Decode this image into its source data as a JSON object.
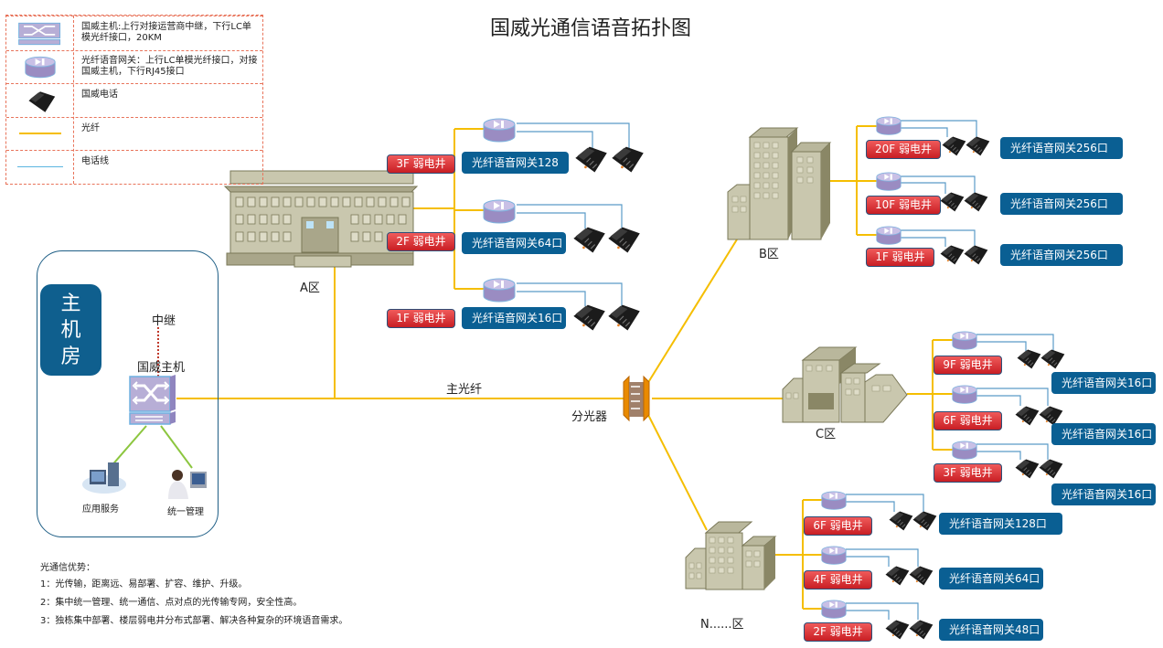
{
  "title": "国威光通信语音拓扑图",
  "legend": [
    {
      "icon": "pbx-host-icon",
      "text": "国威主机:上行对接运营商中继，下行LC单模光纤接口，20KM"
    },
    {
      "icon": "fiber-gateway-icon",
      "text": "光纤语音网关：上行LC单模光纤接口，对接国威主机，下行RJ45接口"
    },
    {
      "icon": "telephone-icon",
      "text": "国威电话"
    },
    {
      "icon": "fiber-line-icon",
      "text": "光纤"
    },
    {
      "icon": "phone-line-icon",
      "text": "电话线"
    }
  ],
  "colors": {
    "fiber": "#f5be00",
    "phone_line": "#5bb5e0",
    "gateway_box": "#0a5f93",
    "floor_tag": "#d9252a",
    "room_border": "#1f5f86",
    "legend_border": "#e8735a",
    "mgmt_line": "#8cc63f",
    "trunk_line": "#c0392b"
  },
  "main_room": {
    "title": "主机房",
    "trunk_label": "中继",
    "host_label": "国威主机",
    "app_service_label": "应用服务",
    "management_label": "统一管理"
  },
  "main_fiber_label": "主光纤",
  "splitter_label": "分光器",
  "zones": [
    {
      "name": "A区",
      "floors": [
        {
          "floor": "3F 弱电井",
          "gateway": "光纤语音网关128口"
        },
        {
          "floor": "2F 弱电井",
          "gateway": "光纤语音网关64口"
        },
        {
          "floor": "1F 弱电井",
          "gateway": "光纤语音网关16口"
        }
      ]
    },
    {
      "name": "B区",
      "floors": [
        {
          "floor": "20F 弱电井",
          "gateway": "光纤语音网关256口"
        },
        {
          "floor": "10F 弱电井",
          "gateway": "光纤语音网关256口"
        },
        {
          "floor": "1F 弱电井",
          "gateway": "光纤语音网关256口"
        }
      ]
    },
    {
      "name": "C区",
      "floors": [
        {
          "floor": "9F 弱电井",
          "gateway": "光纤语音网关16口"
        },
        {
          "floor": "6F 弱电井",
          "gateway": "光纤语音网关16口"
        },
        {
          "floor": "3F 弱电井",
          "gateway": "光纤语音网关16口"
        }
      ]
    },
    {
      "name": "N......区",
      "floors": [
        {
          "floor": "6F 弱电井",
          "gateway": "光纤语音网关128口"
        },
        {
          "floor": "4F 弱电井",
          "gateway": "光纤语音网关64口"
        },
        {
          "floor": "2F 弱电井",
          "gateway": "光纤语音网关48口"
        }
      ]
    }
  ],
  "advantages": {
    "heading": "光通信优势：",
    "items": [
      "1：光传输，距离远、易部署、扩容、维护、升级。",
      "2：集中统一管理、统一通信、点对点的光传输专网，安全性高。",
      "3：独栋集中部署、楼层弱电井分布式部署、解决各种复杂的环境语音需求。"
    ]
  }
}
